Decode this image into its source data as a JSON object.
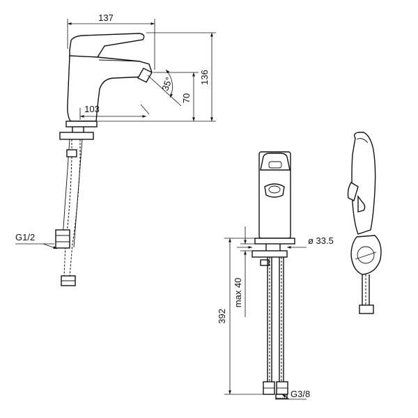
{
  "dimensions": {
    "width_total": "137",
    "height_total": "136",
    "spout_height": "70",
    "spout_reach": "103",
    "lever_angle": "35°",
    "hose_thread": "G1/2",
    "supply_length": "392",
    "deck_thickness": "max 40",
    "hole_diameter": "ø 33.5",
    "connection_thread": "G3/8"
  }
}
